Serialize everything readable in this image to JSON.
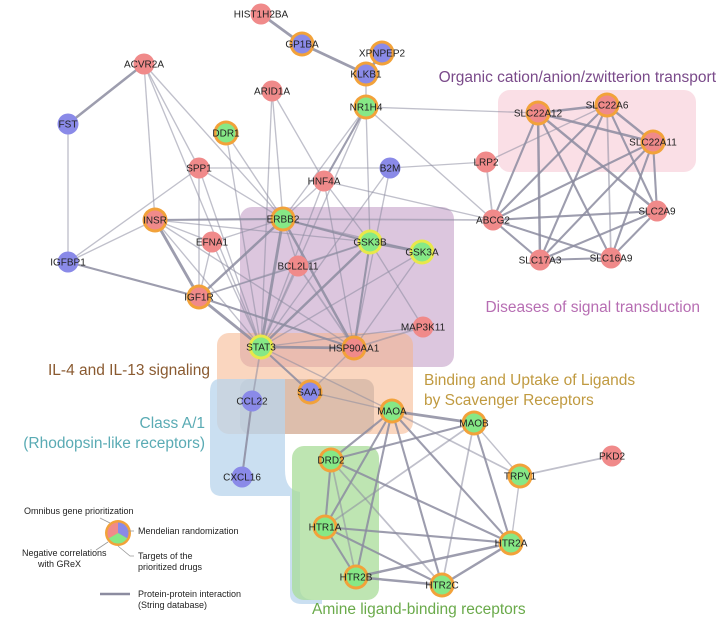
{
  "colors": {
    "pink_node": "#f08a8a",
    "blue_node": "#8a8ae8",
    "green_node": "#86e886",
    "gold_ring": "#f2a23a",
    "yellow_ring": "#e8e84a",
    "edge": "#8c8ca0",
    "organic": "#7a4a8a",
    "signal": "#b76eb3",
    "il4": "#8a5a30",
    "binding": "#c09a40",
    "classA": "#5aabb4",
    "amine": "#6aaa4a"
  },
  "clusters": [
    {
      "id": "organic",
      "label": "Organic cation/anion/zwitterion transport",
      "fill": "#f5b8c8"
    },
    {
      "id": "signal",
      "label": "Diseases of signal transduction",
      "fill": "#c4a0c8"
    },
    {
      "id": "il4",
      "label": "IL-4 and IL-13 signaling",
      "fill": "#f5b48a"
    },
    {
      "id": "binding",
      "label_lines": [
        "Binding and Uptake of Ligands",
        "by Scavenger Receptors"
      ],
      "fill": "#d8b89a"
    },
    {
      "id": "classA",
      "label_lines": [
        "Class A/1",
        "(Rhodopsin-like receptors)"
      ],
      "fill": "#b8d4ec"
    },
    {
      "id": "amine",
      "label": "Amine ligand-binding receptors",
      "fill": "#a8dc98"
    }
  ],
  "nodes": [
    {
      "id": "HIST1H2BA",
      "color": "pink_node",
      "ring": null
    },
    {
      "id": "GP1BA",
      "color": "blue_node",
      "ring": "gold_ring"
    },
    {
      "id": "XPNPEP2",
      "color": "blue_node",
      "ring": "gold_ring"
    },
    {
      "id": "ACVR2A",
      "color": "pink_node",
      "ring": null
    },
    {
      "id": "KLKB1",
      "color": "blue_node",
      "ring": "gold_ring"
    },
    {
      "id": "ARID1A",
      "color": "pink_node",
      "ring": null
    },
    {
      "id": "NR1H4",
      "color": "green_node",
      "ring": "gold_ring"
    },
    {
      "id": "FST",
      "color": "blue_node",
      "ring": null
    },
    {
      "id": "DDR1",
      "color": "green_node",
      "ring": "gold_ring"
    },
    {
      "id": "SPP1",
      "color": "pink_node",
      "ring": null
    },
    {
      "id": "HNF4A",
      "color": "pink_node",
      "ring": null
    },
    {
      "id": "B2M",
      "color": "blue_node",
      "ring": null
    },
    {
      "id": "LRP2",
      "color": "pink_node",
      "ring": null
    },
    {
      "id": "SLC22A12",
      "color": "pink_node",
      "ring": "gold_ring"
    },
    {
      "id": "SLC22A6",
      "color": "pink_node",
      "ring": "gold_ring"
    },
    {
      "id": "SLC22A11",
      "color": "pink_node",
      "ring": "gold_ring"
    },
    {
      "id": "INSR",
      "color": "pink_node",
      "ring": "gold_ring"
    },
    {
      "id": "ERBB2",
      "color": "green_node",
      "ring": "gold_ring"
    },
    {
      "id": "EFNA1",
      "color": "pink_node",
      "ring": null
    },
    {
      "id": "GSK3B",
      "color": "green_node",
      "ring": "yellow_ring"
    },
    {
      "id": "GSK3A",
      "color": "green_node",
      "ring": "yellow_ring"
    },
    {
      "id": "ABCG2",
      "color": "pink_node",
      "ring": null
    },
    {
      "id": "SLC2A9",
      "color": "pink_node",
      "ring": null
    },
    {
      "id": "IGFBP1",
      "color": "blue_node",
      "ring": null
    },
    {
      "id": "BCL2L11",
      "color": "pink_node",
      "ring": null
    },
    {
      "id": "SLC17A3",
      "color": "pink_node",
      "ring": null
    },
    {
      "id": "SLC16A9",
      "color": "pink_node",
      "ring": null
    },
    {
      "id": "IGF1R",
      "color": "pink_node",
      "ring": "gold_ring"
    },
    {
      "id": "MAP3K11",
      "color": "pink_node",
      "ring": null
    },
    {
      "id": "STAT3",
      "color": "green_node",
      "ring": "yellow_ring"
    },
    {
      "id": "HSP90AA1",
      "color": "pink_node",
      "ring": "gold_ring"
    },
    {
      "id": "SAA1",
      "color": "blue_node",
      "ring": "gold_ring"
    },
    {
      "id": "CCL22",
      "color": "blue_node",
      "ring": null
    },
    {
      "id": "MAOA",
      "color": "green_node",
      "ring": "gold_ring"
    },
    {
      "id": "MAOB",
      "color": "green_node",
      "ring": "gold_ring"
    },
    {
      "id": "DRD2",
      "color": "green_node",
      "ring": "gold_ring"
    },
    {
      "id": "CXCL16",
      "color": "blue_node",
      "ring": null
    },
    {
      "id": "TRPV1",
      "color": "green_node",
      "ring": "gold_ring"
    },
    {
      "id": "PKD2",
      "color": "pink_node",
      "ring": null
    },
    {
      "id": "HTR1A",
      "color": "green_node",
      "ring": "gold_ring"
    },
    {
      "id": "HTR2A",
      "color": "green_node",
      "ring": "gold_ring"
    },
    {
      "id": "HTR2B",
      "color": "green_node",
      "ring": "gold_ring"
    },
    {
      "id": "HTR2C",
      "color": "green_node",
      "ring": "gold_ring"
    }
  ],
  "edges": [
    [
      "HIST1H2BA",
      "GP1BA",
      3
    ],
    [
      "GP1BA",
      "KLKB1",
      3
    ],
    [
      "XPNPEP2",
      "KLKB1",
      3
    ],
    [
      "KLKB1",
      "NR1H4",
      1
    ],
    [
      "ACVR2A",
      "FST",
      2.5
    ],
    [
      "ACVR2A",
      "SPP1",
      1
    ],
    [
      "ACVR2A",
      "INSR",
      1
    ],
    [
      "ACVR2A",
      "ERBB2",
      1
    ],
    [
      "ACVR2A",
      "STAT3",
      1
    ],
    [
      "FST",
      "IGFBP1",
      1
    ],
    [
      "IGFBP1",
      "IGF1R",
      2
    ],
    [
      "IGFBP1",
      "INSR",
      1
    ],
    [
      "IGFBP1",
      "SPP1",
      1
    ],
    [
      "ARID1A",
      "ERBB2",
      1
    ],
    [
      "ARID1A",
      "STAT3",
      1
    ],
    [
      "ARID1A",
      "HNF4A",
      1
    ],
    [
      "NR1H4",
      "HNF4A",
      2
    ],
    [
      "NR1H4",
      "ERBB2",
      1
    ],
    [
      "NR1H4",
      "ABCG2",
      1
    ],
    [
      "NR1H4",
      "SLC22A12",
      1
    ],
    [
      "NR1H4",
      "GSK3B",
      1
    ],
    [
      "NR1H4",
      "STAT3",
      1
    ],
    [
      "DDR1",
      "ERBB2",
      1
    ],
    [
      "DDR1",
      "STAT3",
      1
    ],
    [
      "SPP1",
      "STAT3",
      1
    ],
    [
      "SPP1",
      "ERBB2",
      1
    ],
    [
      "SPP1",
      "IGF1R",
      1
    ],
    [
      "SPP1",
      "B2M",
      1
    ],
    [
      "HNF4A",
      "STAT3",
      1
    ],
    [
      "HNF4A",
      "GSK3B",
      1
    ],
    [
      "HNF4A",
      "ABCG2",
      1
    ],
    [
      "HNF4A",
      "ERBB2",
      1
    ],
    [
      "HNF4A",
      "HSP90AA1",
      1
    ],
    [
      "B2M",
      "LRP2",
      1
    ],
    [
      "B2M",
      "STAT3",
      1
    ],
    [
      "B2M",
      "HSP90AA1",
      1
    ],
    [
      "INSR",
      "IGF1R",
      3
    ],
    [
      "INSR",
      "ERBB2",
      2
    ],
    [
      "INSR",
      "STAT3",
      1
    ],
    [
      "INSR",
      "GSK3B",
      1
    ],
    [
      "INSR",
      "EFNA1",
      1
    ],
    [
      "INSR",
      "HSP90AA1",
      1
    ],
    [
      "ERBB2",
      "IGF1R",
      2.5
    ],
    [
      "ERBB2",
      "STAT3",
      3
    ],
    [
      "ERBB2",
      "HSP90AA1",
      2.5
    ],
    [
      "ERBB2",
      "GSK3B",
      2
    ],
    [
      "ERBB2",
      "EFNA1",
      1
    ],
    [
      "ERBB2",
      "BCL2L11",
      1
    ],
    [
      "ERBB2",
      "ABCG2",
      1.5
    ],
    [
      "ERBB2",
      "GSK3A",
      1
    ],
    [
      "EFNA1",
      "STAT3",
      1
    ],
    [
      "EFNA1",
      "IGF1R",
      1
    ],
    [
      "GSK3B",
      "GSK3A",
      3
    ],
    [
      "GSK3B",
      "STAT3",
      2.5
    ],
    [
      "GSK3B",
      "HSP90AA1",
      2
    ],
    [
      "GSK3B",
      "BCL2L11",
      1.5
    ],
    [
      "GSK3B",
      "IGF1R",
      1.5
    ],
    [
      "GSK3B",
      "MAP3K11",
      1
    ],
    [
      "GSK3A",
      "STAT3",
      1
    ],
    [
      "GSK3A",
      "HSP90AA1",
      1
    ],
    [
      "IGF1R",
      "STAT3",
      3
    ],
    [
      "IGF1R",
      "HSP90AA1",
      2
    ],
    [
      "IGF1R",
      "BCL2L11",
      1
    ],
    [
      "BCL2L11",
      "STAT3",
      1.5
    ],
    [
      "BCL2L11",
      "HSP90AA1",
      1.5
    ],
    [
      "STAT3",
      "HSP90AA1",
      3
    ],
    [
      "STAT3",
      "SAA1",
      2
    ],
    [
      "STAT3",
      "CCL22",
      1.5
    ],
    [
      "STAT3",
      "MAP3K11",
      1
    ],
    [
      "STAT3",
      "MAOA",
      1
    ],
    [
      "HSP90AA1",
      "MAP3K11",
      1.5
    ],
    [
      "HSP90AA1",
      "SAA1",
      1
    ],
    [
      "SAA1",
      "MAOA",
      1
    ],
    [
      "CCL22",
      "CXCL16",
      2
    ],
    [
      "ABCG2",
      "SLC2A9",
      2
    ],
    [
      "ABCG2",
      "SLC22A12",
      2
    ],
    [
      "ABCG2",
      "SLC22A6",
      2
    ],
    [
      "ABCG2",
      "SLC22A11",
      2
    ],
    [
      "ABCG2",
      "SLC17A3",
      2
    ],
    [
      "ABCG2",
      "SLC16A9",
      2
    ],
    [
      "ABCG2",
      "LRP2",
      1.5
    ],
    [
      "LRP2",
      "SLC22A6",
      1
    ],
    [
      "SLC22A12",
      "SLC22A6",
      2.5
    ],
    [
      "SLC22A12",
      "SLC22A11",
      2.5
    ],
    [
      "SLC22A12",
      "SLC2A9",
      2.5
    ],
    [
      "SLC22A12",
      "SLC17A3",
      2.5
    ],
    [
      "SLC22A12",
      "SLC16A9",
      2
    ],
    [
      "SLC22A6",
      "SLC22A11",
      2.5
    ],
    [
      "SLC22A6",
      "SLC2A9",
      2
    ],
    [
      "SLC22A6",
      "SLC17A3",
      2
    ],
    [
      "SLC22A6",
      "SLC16A9",
      1.5
    ],
    [
      "SLC22A11",
      "SLC2A9",
      2
    ],
    [
      "SLC22A11",
      "SLC17A3",
      2
    ],
    [
      "SLC22A11",
      "SLC16A9",
      2
    ],
    [
      "SLC2A9",
      "SLC17A3",
      2
    ],
    [
      "SLC2A9",
      "SLC16A9",
      2
    ],
    [
      "SLC17A3",
      "SLC16A9",
      2
    ],
    [
      "MAOA",
      "MAOB",
      3
    ],
    [
      "MAOA",
      "DRD2",
      2
    ],
    [
      "MAOA",
      "HTR1A",
      2
    ],
    [
      "MAOA",
      "HTR2A",
      2
    ],
    [
      "MAOA",
      "HTR2B",
      2
    ],
    [
      "MAOA",
      "HTR2C",
      2
    ],
    [
      "MAOA",
      "TRPV1",
      1.5
    ],
    [
      "MAOB",
      "DRD2",
      2
    ],
    [
      "MAOB",
      "HTR1A",
      1.5
    ],
    [
      "MAOB",
      "HTR2A",
      2
    ],
    [
      "MAOB",
      "HTR2C",
      1.5
    ],
    [
      "MAOB",
      "TRPV1",
      1
    ],
    [
      "DRD2",
      "HTR1A",
      2
    ],
    [
      "DRD2",
      "HTR2A",
      2
    ],
    [
      "DRD2",
      "HTR2B",
      1.5
    ],
    [
      "DRD2",
      "HTR2C",
      1.5
    ],
    [
      "TRPV1",
      "PKD2",
      1.5
    ],
    [
      "TRPV1",
      "HTR2A",
      1
    ],
    [
      "HTR1A",
      "HTR2A",
      2
    ],
    [
      "HTR1A",
      "HTR2B",
      2
    ],
    [
      "HTR1A",
      "HTR2C",
      2
    ],
    [
      "HTR2A",
      "HTR2B",
      2.5
    ],
    [
      "HTR2A",
      "HTR2C",
      2.5
    ],
    [
      "HTR2B",
      "HTR2C",
      2.5
    ]
  ],
  "legend": {
    "omnibus": "Omnibus gene prioritization",
    "mendelian": "Mendelian randomization",
    "negative_lines": [
      "Negative correlations",
      "with GReX"
    ],
    "targets_lines": [
      "Targets of the",
      "prioritized drugs"
    ],
    "ppi_lines": [
      "Protein-protein interaction",
      "(String database)"
    ]
  }
}
